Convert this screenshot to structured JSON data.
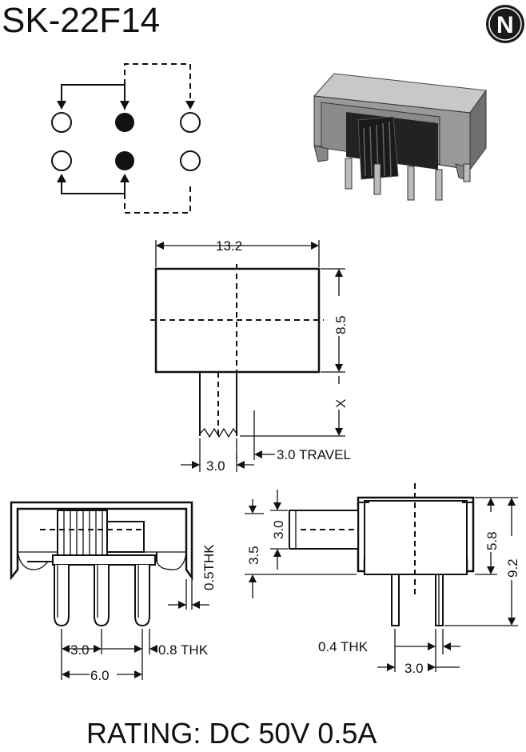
{
  "title": "SK-22F14",
  "logo": {
    "letter": "N",
    "color": "#1a1a1a"
  },
  "top_view": {
    "width_label": "13.2",
    "height_label": "8.5",
    "lever_label": "X",
    "travel_label": "3.0 TRAVEL",
    "lever_width_label": "3.0"
  },
  "front_view": {
    "thickness_label": "0.5THK",
    "pin_thickness_label": "0.8 THK",
    "pitch_label": "3.0",
    "span_label": "6.0"
  },
  "side_view": {
    "actuator_label": "3.0",
    "offset_label": "3.5",
    "body_height_label": "5.8",
    "total_height_label": "9.2",
    "pin_thickness_label": "0.4 THK",
    "pin_pitch_label": "3.0"
  },
  "rating": "RATING: DC 50V 0.5A"
}
